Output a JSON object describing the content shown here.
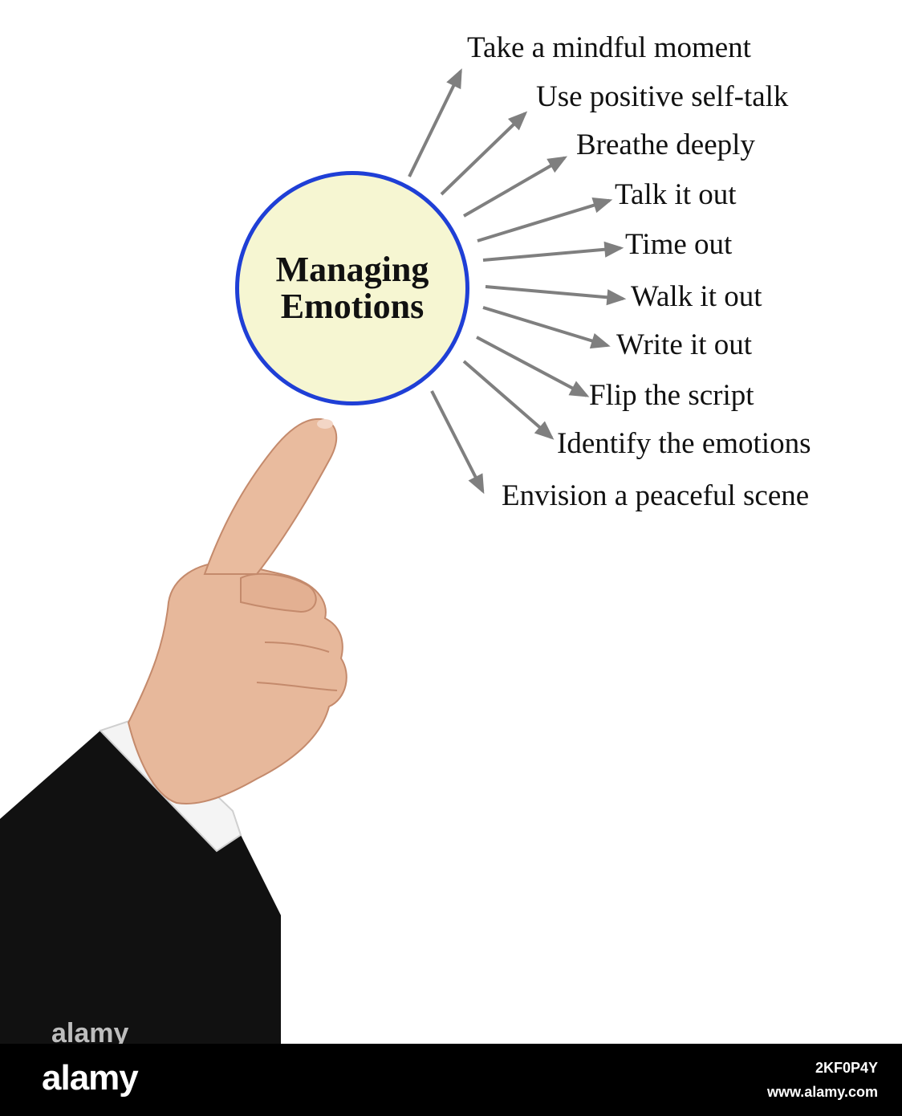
{
  "hub": {
    "title": "Managing\nEmotions"
  },
  "items": [
    {
      "label": "Take a mindful moment"
    },
    {
      "label": "Use positive self-talk"
    },
    {
      "label": "Breathe deeply"
    },
    {
      "label": "Talk it out"
    },
    {
      "label": "Time out"
    },
    {
      "label": "Walk it out"
    },
    {
      "label": "Write it out"
    },
    {
      "label": "Flip the script"
    },
    {
      "label": "Identify the emotions"
    },
    {
      "label": "Envision a peaceful scene"
    }
  ],
  "watermark": "alamy",
  "footer": {
    "logo": "alamy",
    "image_id": "2KF0P4Y",
    "url": "www.alamy.com"
  },
  "colors": {
    "hub_border": "#1f3fd6",
    "hub_fill": "#f6f6d2",
    "arrow": "#7f7f7f"
  }
}
